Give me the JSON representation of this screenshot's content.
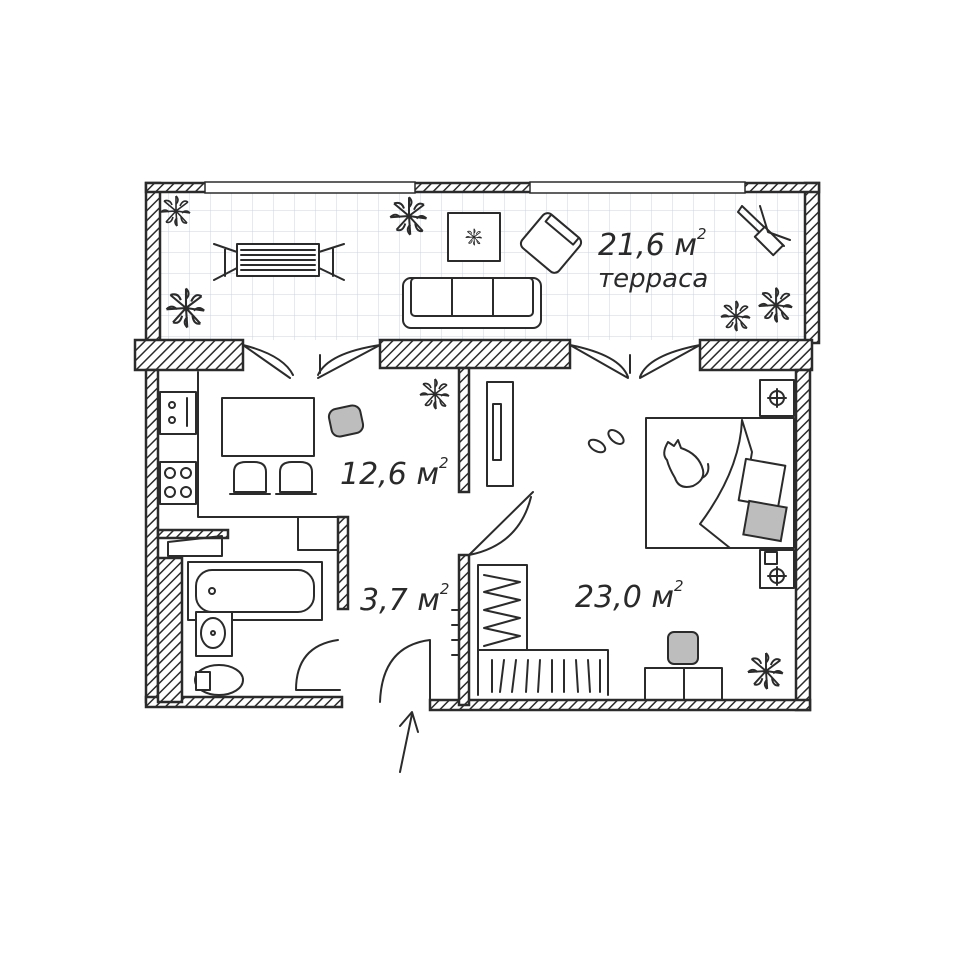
{
  "rooms": {
    "terrace": {
      "area": "21,6 м",
      "unit_sup": "2",
      "name": "терраса"
    },
    "kitchen": {
      "area": "12,6 м",
      "unit_sup": "2"
    },
    "hall": {
      "area": "3,7 м",
      "unit_sup": "2"
    },
    "bedroom": {
      "area": "23,0 м",
      "unit_sup": "2"
    }
  },
  "colors": {
    "ink": "#2b2b2b",
    "tile_grid": "#c8d6e0",
    "furniture_grey": "#bdbdbd",
    "background": "#ffffff"
  },
  "icons": [
    "plant-icon",
    "cat-icon",
    "slippers-icon",
    "telescope-icon",
    "entrance-arrow-icon"
  ]
}
